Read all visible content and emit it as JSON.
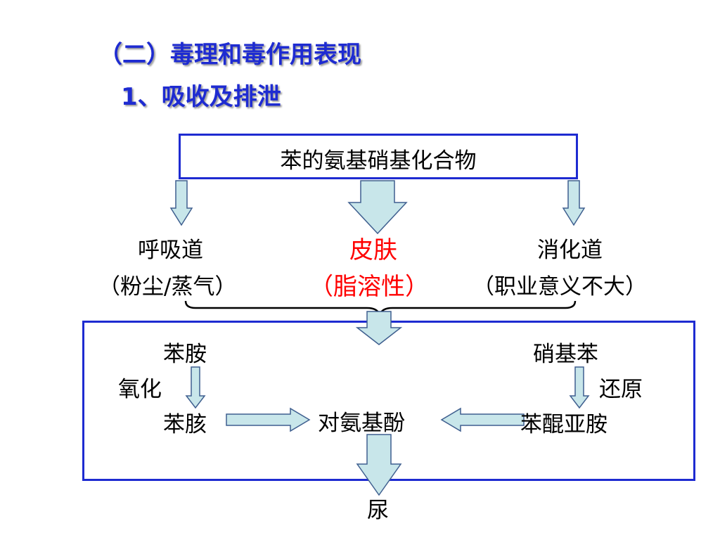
{
  "heading": {
    "title": "（二）毒理和毒作用表现",
    "subtitle": "1、吸收及排泄"
  },
  "source_box": {
    "label": "苯的氨基硝基化合物"
  },
  "routes": {
    "respiratory": {
      "name": "呼吸道",
      "detail": "（粉尘/蒸气）"
    },
    "skin": {
      "name": "皮肤",
      "detail": "（脂溶性）"
    },
    "digestive": {
      "name": "消化道",
      "detail": "（职业意义不大）"
    }
  },
  "metabolism": {
    "aniline": "苯胺",
    "oxidation": "氧化",
    "phenylhydroxylamine": "苯胲",
    "nitrobenzene": "硝基苯",
    "reduction": "还原",
    "nitrosobenzene": "苯醌亚胺",
    "aminophenol": "对氨基酚"
  },
  "excretion": {
    "label": "尿"
  },
  "colors": {
    "accent": "#1e2bd1",
    "highlight": "#ff0000",
    "arrow_fill": "#c8e6ea",
    "arrow_stroke": "#3f5f8f"
  }
}
